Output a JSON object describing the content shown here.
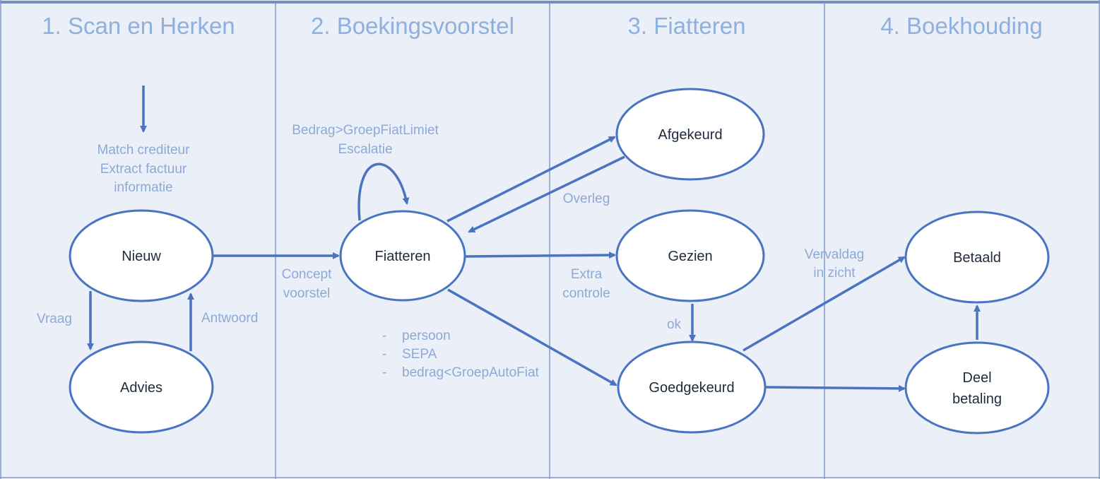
{
  "lanes": [
    "1. Scan en Herken",
    "2. Boekingsvoorstel",
    "3. Fiatteren",
    "4. Boekhouding"
  ],
  "nodes": {
    "nieuw": "Nieuw",
    "advies": "Advies",
    "fiatteren": "Fiatteren",
    "afgekeurd": "Afgekeurd",
    "gezien": "Gezien",
    "goedgekeurd": "Goedgekeurd",
    "betaald": "Betaald",
    "deel_betaling_1": "Deel",
    "deel_betaling_2": "betaling"
  },
  "labels": {
    "match_1": "Match crediteur",
    "match_2": "Extract factuur",
    "match_3": "informatie",
    "vraag": "Vraag",
    "antwoord": "Antwoord",
    "concept_1": "Concept",
    "concept_2": "voorstel",
    "bedrag_1": "Bedrag>GroepFiatLimiet",
    "bedrag_2": "Escalatie",
    "overleg": "Overleg",
    "extra_1": "Extra",
    "extra_2": "controle",
    "ok": "ok",
    "vervaldag_1": "Vervaldag",
    "vervaldag_2": "in zicht",
    "bullet": "-",
    "cond_1": "persoon",
    "cond_2": "SEPA",
    "cond_3": "bedrag<GroepAutoFiat"
  },
  "colors": {
    "background": "#eaeff8",
    "stroke": "#4a74c0",
    "lane_title": "#8fb0dc",
    "edge_label": "#8ea9d6"
  }
}
